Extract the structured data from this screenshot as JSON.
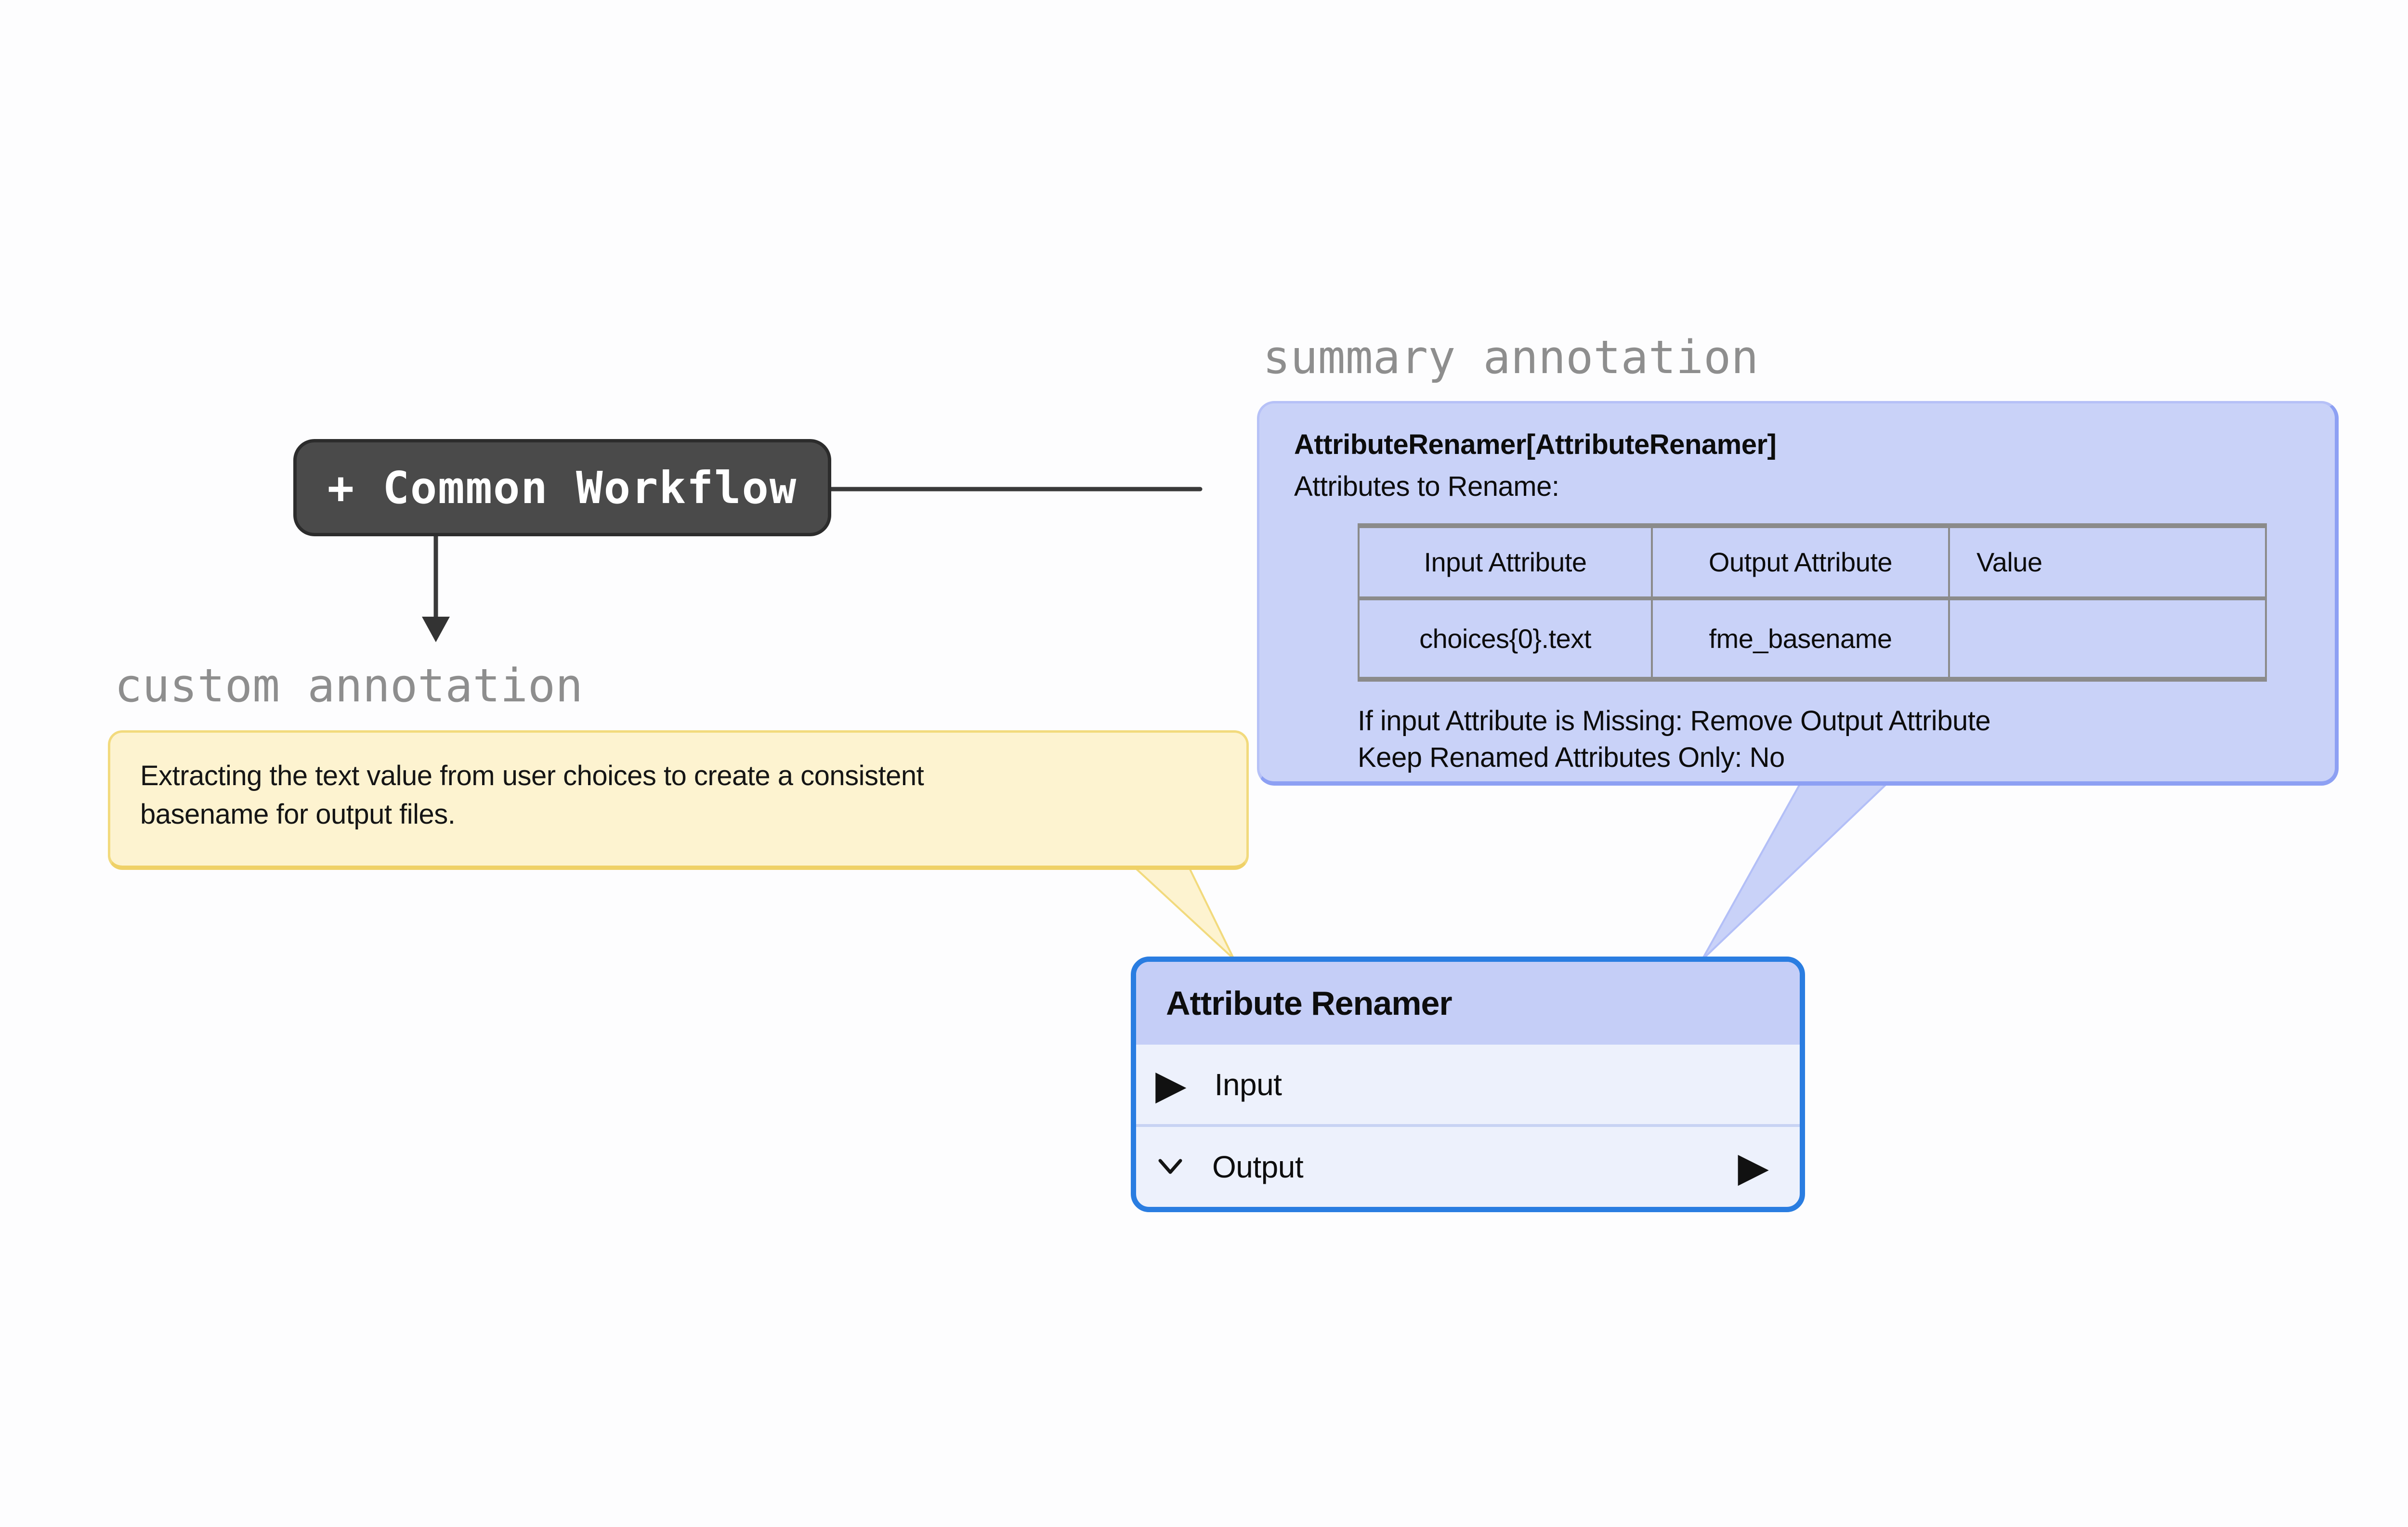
{
  "canvas": {
    "background_color": "#fdfdfe"
  },
  "workflow_node": {
    "label": "+ Common Workflow",
    "bg_color": "#4a4a4a",
    "border_color": "#2c2c2c",
    "text_color": "#ffffff"
  },
  "labels": {
    "summary": "summary annotation",
    "custom": "custom annotation",
    "color": "#8e8e8e"
  },
  "summary_annotation": {
    "title": "AttributeRenamer[AttributeRenamer]",
    "subtitle": "Attributes to Rename:",
    "table": {
      "headers": [
        "Input Attribute",
        "Output Attribute",
        "Value"
      ],
      "rows": [
        [
          "choices{0}.text",
          "fme_basename",
          ""
        ]
      ]
    },
    "footer_lines": [
      "If input Attribute is Missing: Remove Output Attribute",
      "Keep Renamed Attributes Only: No"
    ],
    "bg_color": "#c9d2f8",
    "border_color": "#b6c1f7",
    "edge_color": "#8da0f3"
  },
  "custom_annotation": {
    "lines": [
      "Extracting the text value from user choices to create a consistent",
      "basename for output files."
    ],
    "bg_color": "#fdf3d0",
    "border_color": "#f2da7d",
    "edge_color": "#efd167"
  },
  "transformer_node": {
    "title": "Attribute Renamer",
    "ports": [
      {
        "name": "Input",
        "direction": "input"
      },
      {
        "name": "Output",
        "direction": "output"
      }
    ],
    "border_color": "#2a7de1",
    "header_bg": "#c5cef7",
    "body_bg": "#edf1fc"
  },
  "icons": {
    "input_port": "play-triangle",
    "output_port": "play-triangle",
    "collapse_chevron": "chevron-down",
    "play_glyph": "▶"
  },
  "connectors": {
    "line_color": "#3a3a3a",
    "arrowhead_color": "#333333"
  }
}
